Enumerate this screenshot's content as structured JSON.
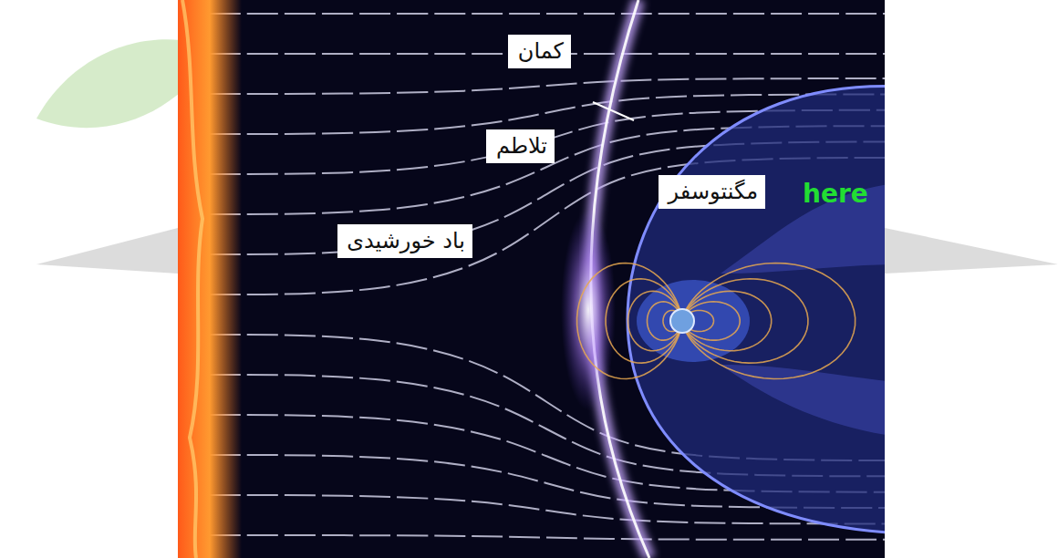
{
  "diagram": {
    "nodes": [
      {
        "text": [
          "کمان"
        ]
      },
      {
        "text": [
          "تلاطم"
        ]
      },
      {
        "text": [
          "مگنتوسفر"
        ]
      },
      {
        "text": [
          "باد خورشیدی"
        ]
      }
    ],
    "labels": [
      "here"
    ]
  }
}
